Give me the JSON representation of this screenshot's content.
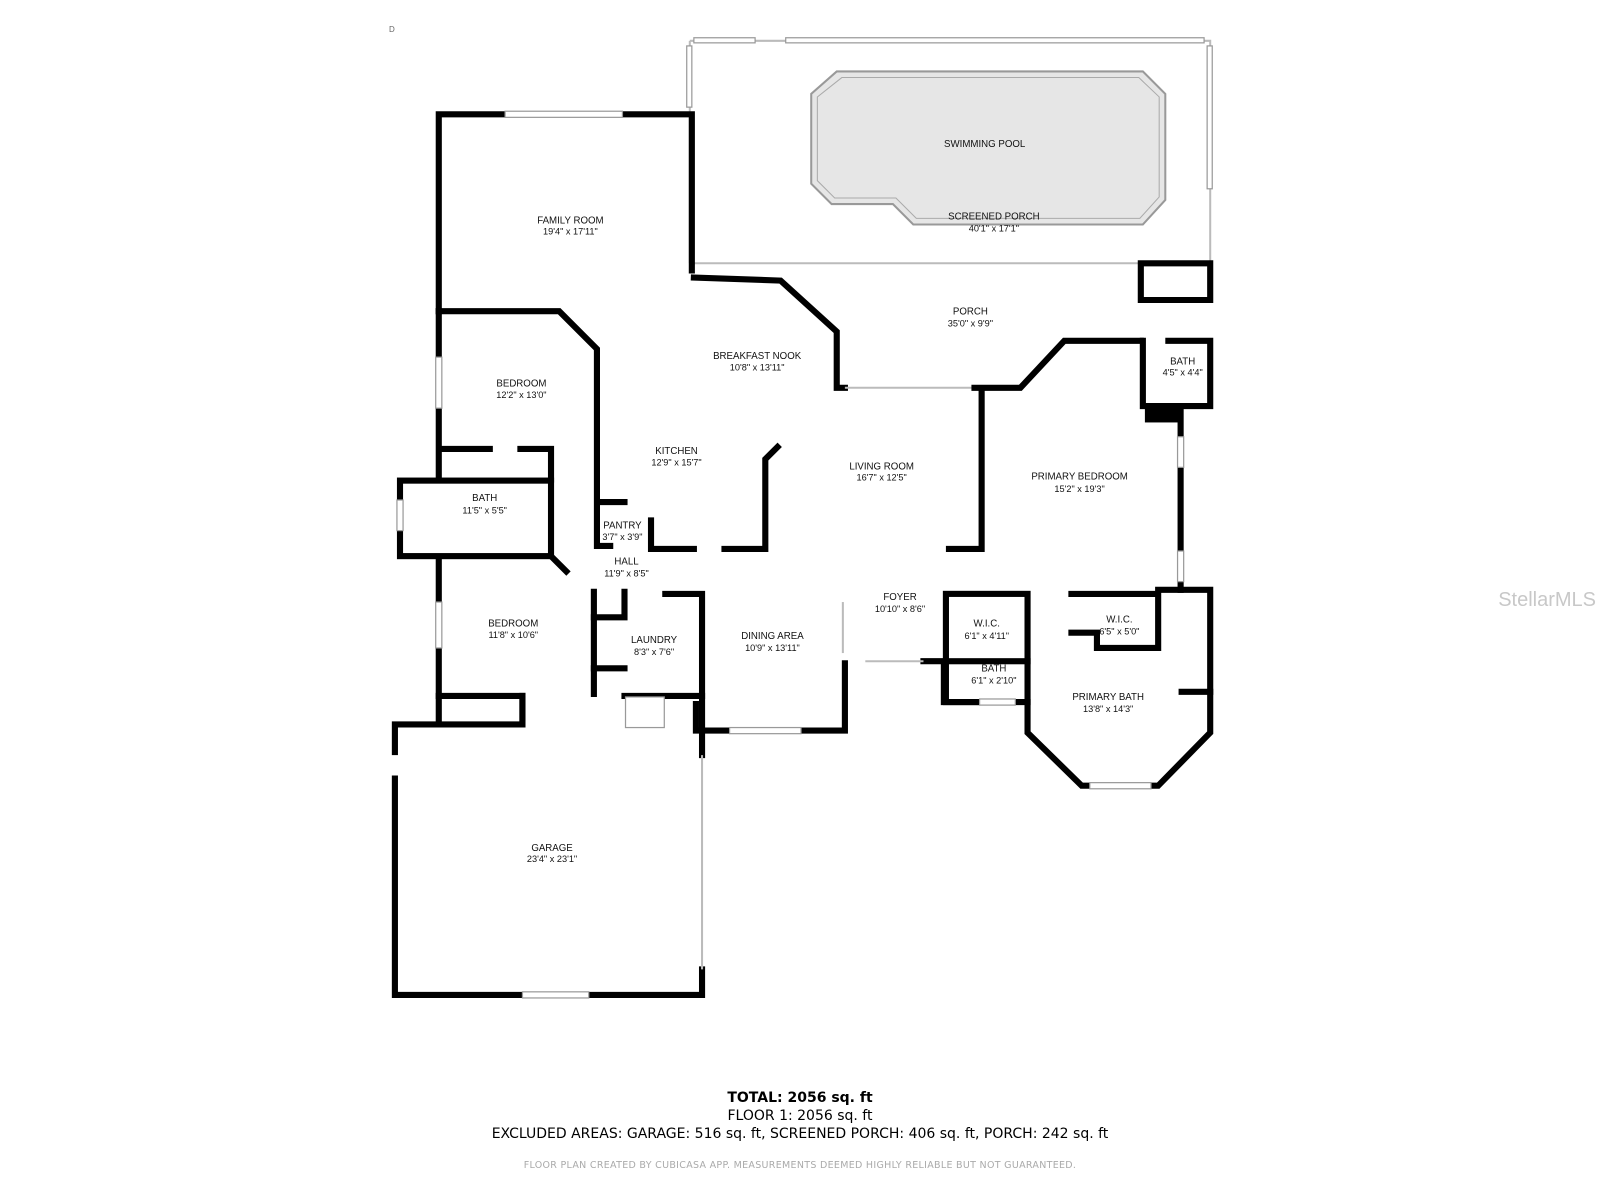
{
  "rooms": {
    "swimming_pool": {
      "name": "SWIMMING POOL"
    },
    "screened_porch": {
      "name": "SCREENED PORCH",
      "dims": "40'1\" x 17'1\""
    },
    "family_room": {
      "name": "FAMILY ROOM",
      "dims": "19'4\" x 17'11\""
    },
    "porch": {
      "name": "PORCH",
      "dims": "35'0\" x 9'9\""
    },
    "breakfast_nook": {
      "name": "BREAKFAST NOOK",
      "dims": "10'8\" x 13'11\""
    },
    "bedroom_1": {
      "name": "BEDROOM",
      "dims": "12'2\" x 13'0\""
    },
    "bath_small": {
      "name": "BATH",
      "dims": "4'5\" x 4'4\""
    },
    "kitchen": {
      "name": "KITCHEN",
      "dims": "12'9\" x 15'7\""
    },
    "living_room": {
      "name": "LIVING ROOM",
      "dims": "16'7\" x 12'5\""
    },
    "primary_bedroom": {
      "name": "PRIMARY BEDROOM",
      "dims": "15'2\" x 19'3\""
    },
    "bath_hall": {
      "name": "BATH",
      "dims": "11'5\" x 5'5\""
    },
    "pantry": {
      "name": "PANTRY",
      "dims": "3'7\" x 3'9\""
    },
    "hall": {
      "name": "HALL",
      "dims": "11'9\" x 8'5\""
    },
    "foyer": {
      "name": "FOYER",
      "dims": "10'10\" x 8'6\""
    },
    "wic_1": {
      "name": "W.I.C.",
      "dims": "6'1\" x 4'11\""
    },
    "wic_2": {
      "name": "W.I.C.",
      "dims": "6'5\" x 5'0\""
    },
    "bedroom_2": {
      "name": "BEDROOM",
      "dims": "11'8\" x 10'6\""
    },
    "laundry": {
      "name": "LAUNDRY",
      "dims": "8'3\" x 7'6\""
    },
    "dining_area": {
      "name": "DINING AREA",
      "dims": "10'9\" x 13'11\""
    },
    "bath_primary_half": {
      "name": "BATH",
      "dims": "6'1\" x 2'10\""
    },
    "primary_bath": {
      "name": "PRIMARY BATH",
      "dims": "13'8\" x 14'3\""
    },
    "garage": {
      "name": "GARAGE",
      "dims": "23'4\" x 23'1\""
    }
  },
  "summary": {
    "total": "TOTAL: 2056 sq. ft",
    "floor1": "FLOOR 1: 2056 sq. ft",
    "excluded": "EXCLUDED AREAS: GARAGE: 516 sq. ft, SCREENED PORCH: 406 sq. ft, PORCH: 242 sq. ft",
    "disclaimer": "FLOOR PLAN CREATED BY CUBICASA APP. MEASUREMENTS DEEMED HIGHLY RELIABLE BUT NOT GUARANTEED."
  },
  "watermark": "StellarMLS",
  "corner_mark": "D"
}
